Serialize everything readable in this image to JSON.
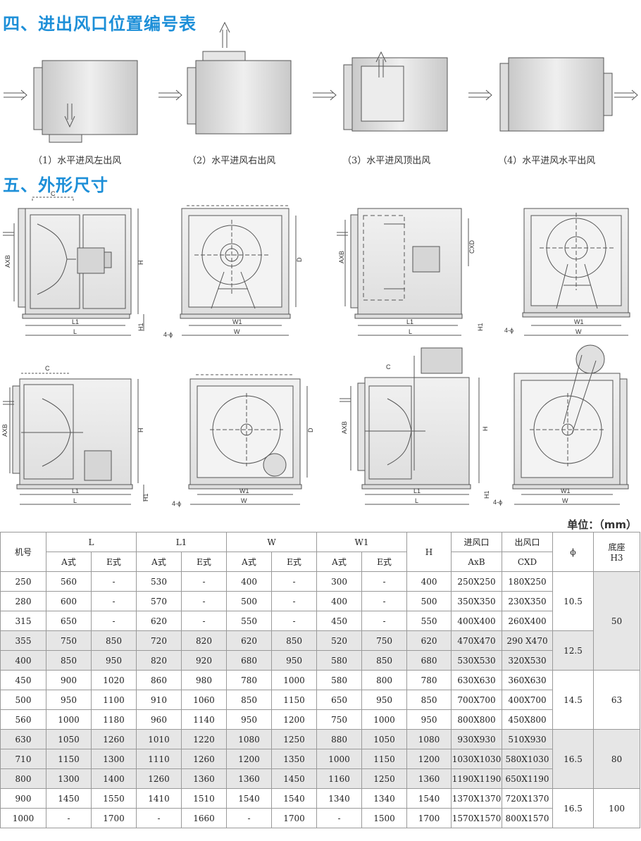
{
  "section4": {
    "title": "四、进出风口位置编号表",
    "captions": [
      "（1）水平进风左出风",
      "（2）水平进风右出风",
      "（3）水平进风顶出风",
      "（4）水平进风水平出风"
    ]
  },
  "section5": {
    "title": "五、外形尺寸",
    "labels": {
      "C": "C",
      "AXB": "AXB",
      "H": "H",
      "H1": "H1",
      "L1": "L1",
      "L": "L",
      "D": "D",
      "W1": "W1",
      "W": "W",
      "phi": "4-ϕ",
      "CXD": "CXD"
    }
  },
  "unit": "单位：（mm）",
  "table": {
    "headers": {
      "model": "机号",
      "L": "L",
      "L1": "L1",
      "W": "W",
      "W1": "W1",
      "H": "H",
      "inlet": "进风口",
      "outlet": "出风口",
      "phi": "ϕ",
      "base": "底座\nH3",
      "a": "A式",
      "e": "E式",
      "axb": "AxB",
      "cxd": "CXD"
    },
    "rows": [
      [
        "250",
        "560",
        "-",
        "530",
        "-",
        "400",
        "-",
        "300",
        "-",
        "400",
        "250X250",
        "180X250"
      ],
      [
        "280",
        "600",
        "-",
        "570",
        "-",
        "500",
        "-",
        "400",
        "-",
        "500",
        "350X350",
        "230X350"
      ],
      [
        "315",
        "650",
        "-",
        "620",
        "-",
        "550",
        "-",
        "450",
        "-",
        "550",
        "400X400",
        "260X400"
      ],
      [
        "355",
        "750",
        "850",
        "720",
        "820",
        "620",
        "850",
        "520",
        "750",
        "620",
        "470X470",
        "290 X470"
      ],
      [
        "400",
        "850",
        "950",
        "820",
        "920",
        "680",
        "950",
        "580",
        "850",
        "680",
        "530X530",
        "320X530"
      ],
      [
        "450",
        "900",
        "1020",
        "860",
        "980",
        "780",
        "1000",
        "580",
        "800",
        "780",
        "630X630",
        "360X630"
      ],
      [
        "500",
        "950",
        "1100",
        "910",
        "1060",
        "850",
        "1150",
        "650",
        "950",
        "850",
        "700X700",
        "400X700"
      ],
      [
        "560",
        "1000",
        "1180",
        "960",
        "1140",
        "950",
        "1200",
        "750",
        "1000",
        "950",
        "800X800",
        "450X800"
      ],
      [
        "630",
        "1050",
        "1260",
        "1010",
        "1220",
        "1080",
        "1250",
        "880",
        "1050",
        "1080",
        "930X930",
        "510X930"
      ],
      [
        "710",
        "1150",
        "1300",
        "1110",
        "1260",
        "1200",
        "1350",
        "1000",
        "1150",
        "1200",
        "1030X1030",
        "580X1030"
      ],
      [
        "800",
        "1300",
        "1400",
        "1260",
        "1360",
        "1360",
        "1450",
        "1160",
        "1250",
        "1360",
        "1190X1190",
        "650X1190"
      ],
      [
        "900",
        "1450",
        "1550",
        "1410",
        "1510",
        "1540",
        "1540",
        "1340",
        "1340",
        "1540",
        "1370X1370",
        "720X1370"
      ],
      [
        "1000",
        "-",
        "1700",
        "-",
        "1660",
        "-",
        "1700",
        "-",
        "1500",
        "1700",
        "1570X1570",
        "800X1570"
      ]
    ],
    "phi_groups": [
      "10.5",
      "12.5",
      "14.5",
      "16.5",
      "16.5"
    ],
    "base_groups": [
      "50",
      "63",
      "80",
      "100"
    ]
  }
}
